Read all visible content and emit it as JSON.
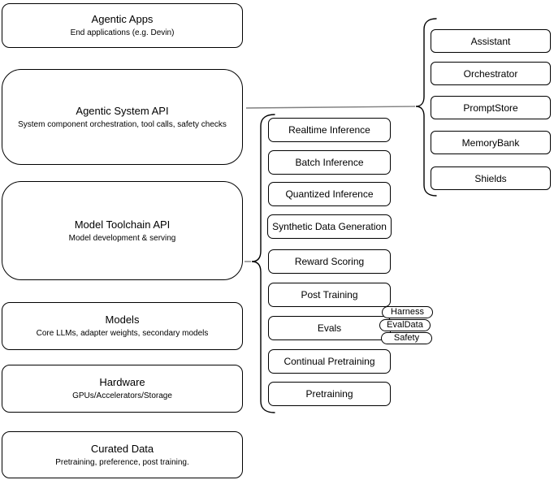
{
  "layers": [
    {
      "title": "Agentic Apps",
      "subtitle": "End applications (e.g. Devin)"
    },
    {
      "title": "Agentic System API",
      "subtitle": "System component orchestration, tool calls, safety checks"
    },
    {
      "title": "Model Toolchain API",
      "subtitle": "Model development & serving"
    },
    {
      "title": "Models",
      "subtitle": "Core LLMs, adapter weights, secondary models"
    },
    {
      "title": "Hardware",
      "subtitle": "GPUs/Accelerators/Storage"
    },
    {
      "title": "Curated Data",
      "subtitle": "Pretraining, preference, post training."
    }
  ],
  "toolchain": {
    "items": [
      "Realtime Inference",
      "Batch Inference",
      "Quantized Inference",
      "Synthetic Data Generation",
      "Reward Scoring",
      "Post Training",
      "Evals",
      "Continual Pretraining",
      "Pretraining"
    ]
  },
  "evals_tags": [
    "Harness",
    "EvalData",
    "Safety"
  ],
  "system_components": [
    "Assistant",
    "Orchestrator",
    "PromptStore",
    "MemoryBank",
    "Shields"
  ],
  "colors": {
    "shape_stroke": "#000000",
    "connector": "#808080",
    "fill": "#ffffff",
    "background": "#ffffff"
  }
}
